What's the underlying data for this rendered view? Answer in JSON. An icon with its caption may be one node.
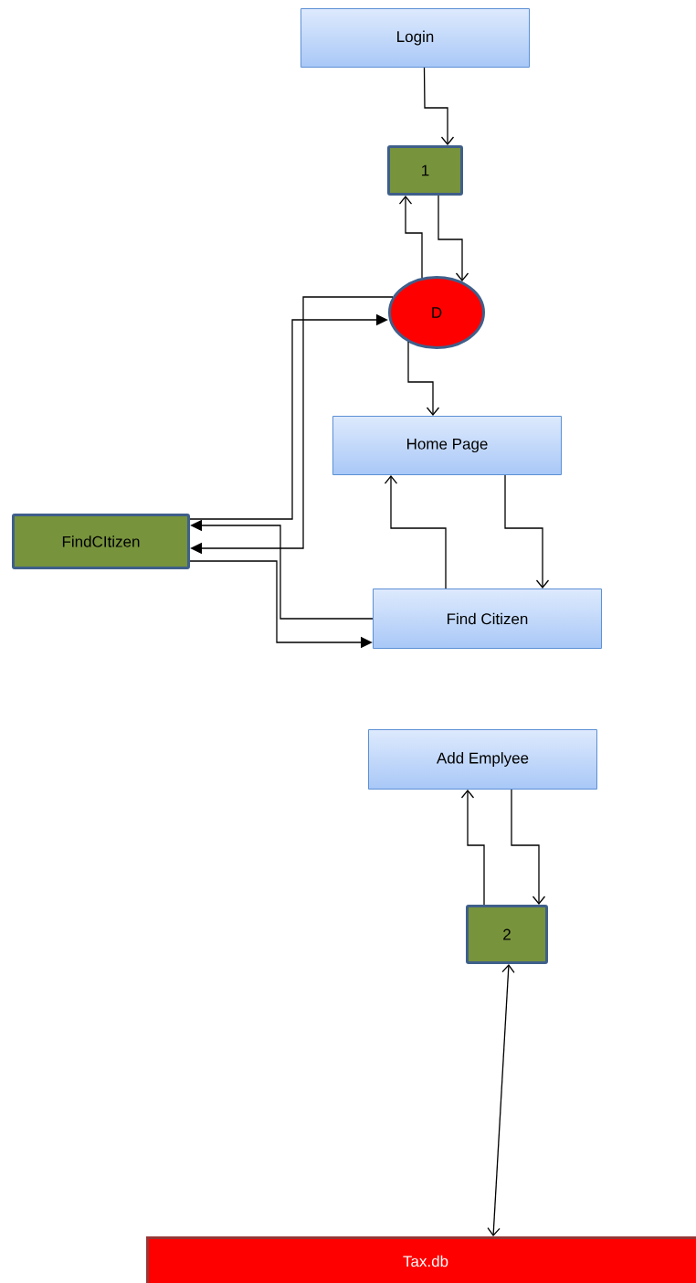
{
  "diagram": {
    "nodes": [
      {
        "text": [
          "Login"
        ]
      },
      {
        "text": [
          "1"
        ]
      },
      {
        "text": [
          "D"
        ]
      },
      {
        "text": [
          "Home Page"
        ]
      },
      {
        "text": [
          "FindCItizen"
        ]
      },
      {
        "text": [
          "Find Citizen"
        ]
      },
      {
        "text": [
          "Add Emplyee"
        ]
      },
      {
        "text": [
          "2"
        ]
      },
      {
        "text": [
          "Tax.db"
        ]
      }
    ],
    "edges": [
      {
        "from": 0,
        "to": 1,
        "arrow": "to"
      },
      {
        "from": 2,
        "to": 1,
        "arrow": "to"
      },
      {
        "from": 1,
        "to": 2,
        "arrow": "to"
      },
      {
        "from": 2,
        "to": 4,
        "arrow": "to"
      },
      {
        "from": 4,
        "to": 2,
        "arrow": "to"
      },
      {
        "from": 2,
        "to": 3,
        "arrow": "to"
      },
      {
        "from": 3,
        "to": 5,
        "arrow": "to"
      },
      {
        "from": 5,
        "to": 3,
        "arrow": "to"
      },
      {
        "from": 5,
        "to": 4,
        "arrow": "to"
      },
      {
        "from": 4,
        "to": 5,
        "arrow": "to"
      },
      {
        "from": 7,
        "to": 6,
        "arrow": "to"
      },
      {
        "from": 6,
        "to": 7,
        "arrow": "to"
      },
      {
        "from": 7,
        "to": 8,
        "arrow": "both"
      }
    ]
  }
}
